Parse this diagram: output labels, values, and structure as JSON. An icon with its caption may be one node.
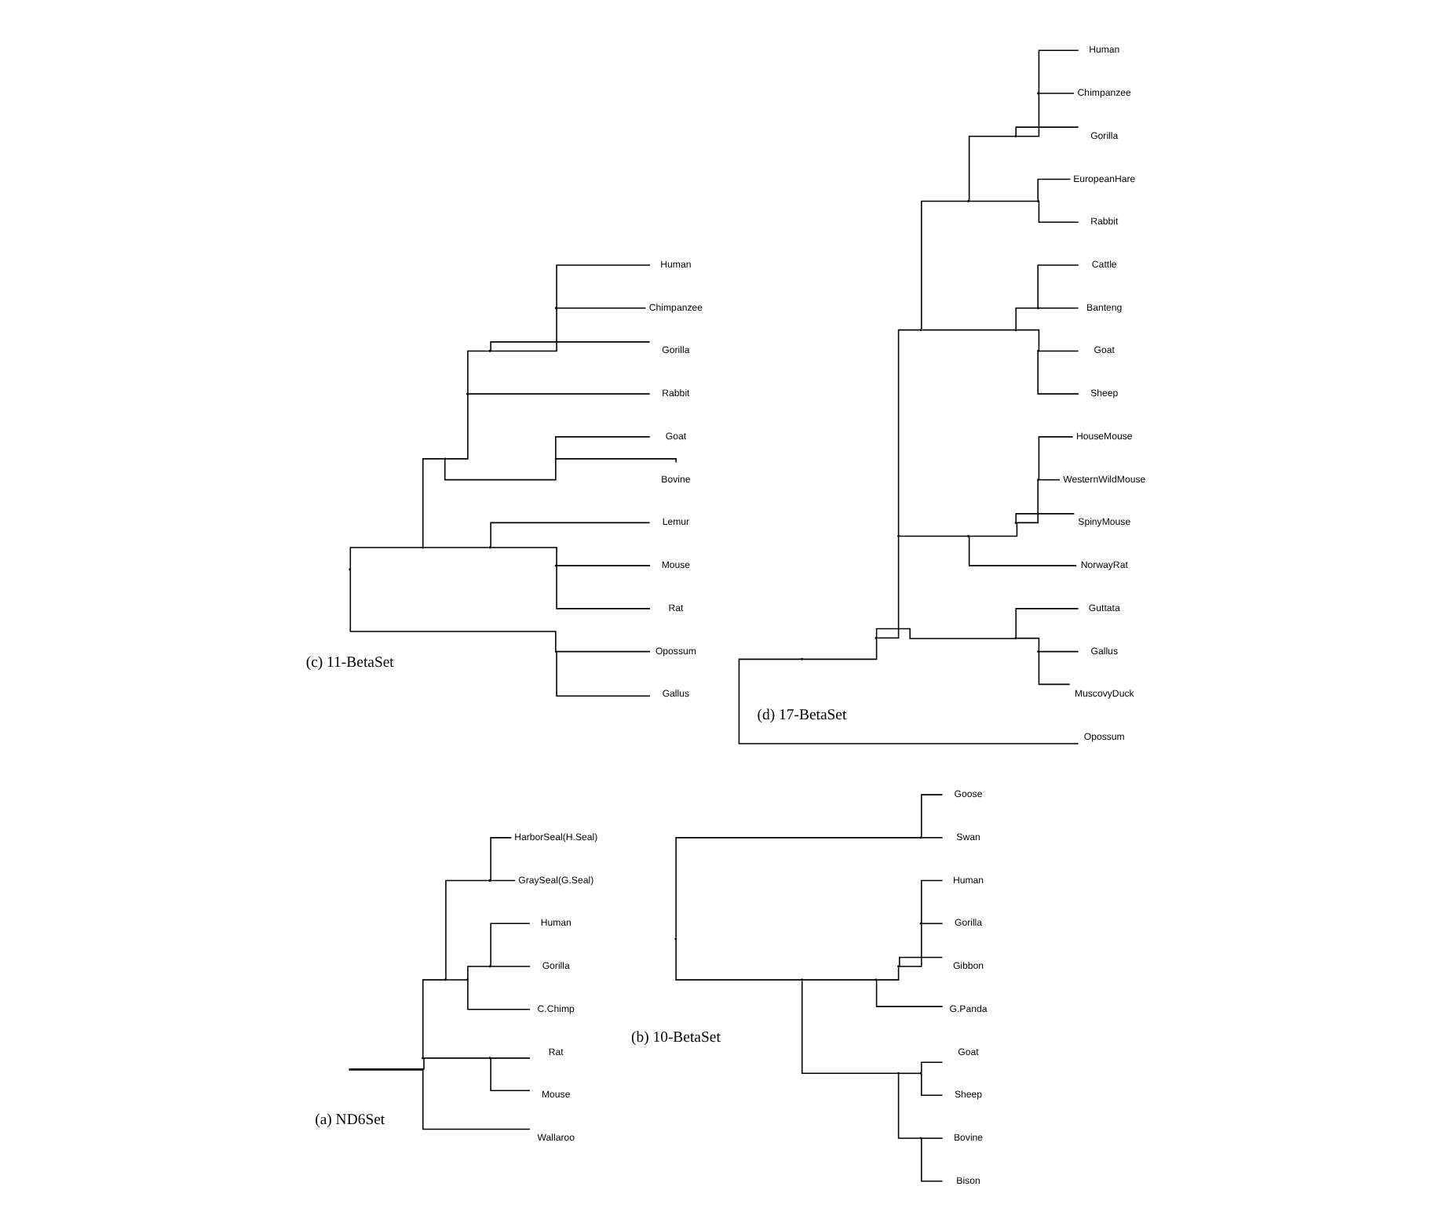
{
  "diagram": {
    "nodes": [
      {
        "text": [],
        "shape": "point"
      },
      {
        "text": [
          "Wallaroo"
        ]
      },
      {
        "text": [],
        "shape": "point"
      },
      {
        "text": [],
        "shape": "point"
      },
      {
        "text": [
          "Mouse"
        ]
      },
      {
        "text": [
          "Rat"
        ]
      },
      {
        "text": [],
        "shape": "point"
      },
      {
        "text": [],
        "shape": "point"
      },
      {
        "text": [
          "C.Chimp"
        ]
      },
      {
        "text": [],
        "shape": "point"
      },
      {
        "text": [
          "Gorilla"
        ]
      },
      {
        "text": [
          "Human"
        ]
      },
      {
        "text": [],
        "shape": "point"
      },
      {
        "text": [
          "GraySeal(G.Seal)"
        ]
      },
      {
        "text": [
          "HarborSeal(H.Seal)"
        ]
      },
      {
        "text": [],
        "shape": "point"
      },
      {
        "text": [],
        "shape": "point"
      },
      {
        "text": [],
        "shape": "point"
      },
      {
        "text": [],
        "shape": "point"
      },
      {
        "text": [
          "Bison"
        ]
      },
      {
        "text": [
          "Bovine"
        ]
      },
      {
        "text": [],
        "shape": "point"
      },
      {
        "text": [
          "Sheep"
        ]
      },
      {
        "text": [
          "Goat"
        ]
      },
      {
        "text": [],
        "shape": "point"
      },
      {
        "text": [
          "G.Panda"
        ]
      },
      {
        "text": [],
        "shape": "point"
      },
      {
        "text": [
          "Gibbon"
        ]
      },
      {
        "text": [],
        "shape": "point"
      },
      {
        "text": [
          "Gorilla"
        ]
      },
      {
        "text": [
          "Human"
        ]
      },
      {
        "text": [],
        "shape": "point"
      },
      {
        "text": [
          "Swan"
        ]
      },
      {
        "text": [
          "Goose"
        ]
      },
      {
        "text": [],
        "shape": "point"
      },
      {
        "text": [],
        "shape": "point"
      },
      {
        "text": [
          "Gallus"
        ]
      },
      {
        "text": [
          "Opossum"
        ]
      },
      {
        "text": [],
        "shape": "point"
      },
      {
        "text": [],
        "shape": "point"
      },
      {
        "text": [],
        "shape": "point"
      },
      {
        "text": [
          "Rat"
        ]
      },
      {
        "text": [
          "Mouse"
        ]
      },
      {
        "text": [
          "Lemur"
        ]
      },
      {
        "text": [],
        "shape": "point"
      },
      {
        "text": [],
        "shape": "point"
      },
      {
        "text": [
          "Bovine"
        ]
      },
      {
        "text": [
          "Goat"
        ]
      },
      {
        "text": [],
        "shape": "point"
      },
      {
        "text": [
          "Rabbit"
        ]
      },
      {
        "text": [],
        "shape": "point"
      },
      {
        "text": [
          "Gorilla"
        ]
      },
      {
        "text": [],
        "shape": "point"
      },
      {
        "text": [
          "Chimpanzee"
        ]
      },
      {
        "text": [
          "Human"
        ]
      },
      {
        "text": [],
        "shape": "point"
      },
      {
        "text": [
          "Opossum"
        ]
      },
      {
        "text": [],
        "shape": "point"
      },
      {
        "text": [],
        "shape": "point"
      },
      {
        "text": [],
        "shape": "point"
      },
      {
        "text": [
          "MuscovyDuck"
        ]
      },
      {
        "text": [
          "Gallus"
        ]
      },
      {
        "text": [
          "Guttata"
        ]
      },
      {
        "text": [],
        "shape": "point"
      },
      {
        "text": [],
        "shape": "point"
      },
      {
        "text": [
          "NorwayRat"
        ]
      },
      {
        "text": [],
        "shape": "point"
      },
      {
        "text": [
          "SpinyMouse"
        ]
      },
      {
        "text": [],
        "shape": "point"
      },
      {
        "text": [
          "WesternWildMouse"
        ]
      },
      {
        "text": [
          "HouseMouse"
        ]
      },
      {
        "text": [],
        "shape": "point"
      },
      {
        "text": [],
        "shape": "point"
      },
      {
        "text": [],
        "shape": "point"
      },
      {
        "text": [
          "Sheep"
        ]
      },
      {
        "text": [
          "Goat"
        ]
      },
      {
        "text": [],
        "shape": "point"
      },
      {
        "text": [
          "Banteng"
        ]
      },
      {
        "text": [
          "Cattle"
        ]
      },
      {
        "text": [],
        "shape": "point"
      },
      {
        "text": [],
        "shape": "point"
      },
      {
        "text": [
          "Rabbit"
        ]
      },
      {
        "text": [
          "EuropeanHare"
        ]
      },
      {
        "text": [],
        "shape": "point"
      },
      {
        "text": [
          "Gorilla"
        ]
      },
      {
        "text": [],
        "shape": "point"
      },
      {
        "text": [
          "Chimpanzee"
        ]
      },
      {
        "text": [
          "Human"
        ]
      }
    ],
    "edges": [
      {
        "from": 0,
        "to": 1,
        "arrow": "none"
      },
      {
        "from": 0,
        "to": 2,
        "arrow": "none"
      },
      {
        "from": 2,
        "to": 3,
        "arrow": "none"
      },
      {
        "from": 3,
        "to": 4,
        "arrow": "none"
      },
      {
        "from": 3,
        "to": 5,
        "arrow": "none"
      },
      {
        "from": 2,
        "to": 6,
        "arrow": "none"
      },
      {
        "from": 6,
        "to": 7,
        "arrow": "none"
      },
      {
        "from": 7,
        "to": 8,
        "arrow": "none"
      },
      {
        "from": 7,
        "to": 9,
        "arrow": "none"
      },
      {
        "from": 9,
        "to": 10,
        "arrow": "none"
      },
      {
        "from": 9,
        "to": 11,
        "arrow": "none"
      },
      {
        "from": 6,
        "to": 12,
        "arrow": "none"
      },
      {
        "from": 12,
        "to": 13,
        "arrow": "none"
      },
      {
        "from": 12,
        "to": 14,
        "arrow": "none"
      },
      {
        "from": 15,
        "to": 16,
        "arrow": "none"
      },
      {
        "from": 16,
        "to": 17,
        "arrow": "none"
      },
      {
        "from": 17,
        "to": 18,
        "arrow": "none"
      },
      {
        "from": 18,
        "to": 19,
        "arrow": "none"
      },
      {
        "from": 18,
        "to": 20,
        "arrow": "none"
      },
      {
        "from": 17,
        "to": 21,
        "arrow": "none"
      },
      {
        "from": 21,
        "to": 22,
        "arrow": "none"
      },
      {
        "from": 21,
        "to": 23,
        "arrow": "none"
      },
      {
        "from": 16,
        "to": 24,
        "arrow": "none"
      },
      {
        "from": 24,
        "to": 25,
        "arrow": "none"
      },
      {
        "from": 24,
        "to": 26,
        "arrow": "none"
      },
      {
        "from": 26,
        "to": 27,
        "arrow": "none"
      },
      {
        "from": 26,
        "to": 28,
        "arrow": "none"
      },
      {
        "from": 28,
        "to": 29,
        "arrow": "none"
      },
      {
        "from": 28,
        "to": 30,
        "arrow": "none"
      },
      {
        "from": 15,
        "to": 31,
        "arrow": "none"
      },
      {
        "from": 31,
        "to": 32,
        "arrow": "none"
      },
      {
        "from": 31,
        "to": 33,
        "arrow": "none"
      },
      {
        "from": 34,
        "to": 35,
        "arrow": "none"
      },
      {
        "from": 35,
        "to": 36,
        "arrow": "none"
      },
      {
        "from": 35,
        "to": 37,
        "arrow": "none"
      },
      {
        "from": 34,
        "to": 38,
        "arrow": "none"
      },
      {
        "from": 38,
        "to": 39,
        "arrow": "none"
      },
      {
        "from": 39,
        "to": 40,
        "arrow": "none"
      },
      {
        "from": 40,
        "to": 41,
        "arrow": "none"
      },
      {
        "from": 40,
        "to": 42,
        "arrow": "none"
      },
      {
        "from": 39,
        "to": 43,
        "arrow": "none"
      },
      {
        "from": 38,
        "to": 44,
        "arrow": "none"
      },
      {
        "from": 44,
        "to": 45,
        "arrow": "none"
      },
      {
        "from": 45,
        "to": 46,
        "arrow": "none"
      },
      {
        "from": 45,
        "to": 47,
        "arrow": "none"
      },
      {
        "from": 44,
        "to": 48,
        "arrow": "none"
      },
      {
        "from": 48,
        "to": 49,
        "arrow": "none"
      },
      {
        "from": 48,
        "to": 50,
        "arrow": "none"
      },
      {
        "from": 50,
        "to": 51,
        "arrow": "none"
      },
      {
        "from": 50,
        "to": 52,
        "arrow": "none"
      },
      {
        "from": 52,
        "to": 53,
        "arrow": "none"
      },
      {
        "from": 52,
        "to": 54,
        "arrow": "none"
      },
      {
        "from": 55,
        "to": 56,
        "arrow": "none"
      },
      {
        "from": 55,
        "to": 57,
        "arrow": "none"
      },
      {
        "from": 57,
        "to": 58,
        "arrow": "none"
      },
      {
        "from": 58,
        "to": 59,
        "arrow": "none"
      },
      {
        "from": 59,
        "to": 60,
        "arrow": "none"
      },
      {
        "from": 59,
        "to": 61,
        "arrow": "none"
      },
      {
        "from": 58,
        "to": 62,
        "arrow": "none"
      },
      {
        "from": 57,
        "to": 63,
        "arrow": "none"
      },
      {
        "from": 63,
        "to": 64,
        "arrow": "none"
      },
      {
        "from": 64,
        "to": 65,
        "arrow": "none"
      },
      {
        "from": 64,
        "to": 66,
        "arrow": "none"
      },
      {
        "from": 66,
        "to": 67,
        "arrow": "none"
      },
      {
        "from": 66,
        "to": 68,
        "arrow": "none"
      },
      {
        "from": 68,
        "to": 69,
        "arrow": "none"
      },
      {
        "from": 68,
        "to": 70,
        "arrow": "none"
      },
      {
        "from": 63,
        "to": 71,
        "arrow": "none"
      },
      {
        "from": 71,
        "to": 72,
        "arrow": "none"
      },
      {
        "from": 72,
        "to": 73,
        "arrow": "none"
      },
      {
        "from": 73,
        "to": 74,
        "arrow": "none"
      },
      {
        "from": 73,
        "to": 75,
        "arrow": "none"
      },
      {
        "from": 72,
        "to": 76,
        "arrow": "none"
      },
      {
        "from": 76,
        "to": 77,
        "arrow": "none"
      },
      {
        "from": 76,
        "to": 78,
        "arrow": "none"
      },
      {
        "from": 71,
        "to": 79,
        "arrow": "none"
      },
      {
        "from": 79,
        "to": 80,
        "arrow": "none"
      },
      {
        "from": 80,
        "to": 81,
        "arrow": "none"
      },
      {
        "from": 80,
        "to": 82,
        "arrow": "none"
      },
      {
        "from": 79,
        "to": 83,
        "arrow": "none"
      },
      {
        "from": 83,
        "to": 84,
        "arrow": "none"
      },
      {
        "from": 83,
        "to": 85,
        "arrow": "none"
      },
      {
        "from": 85,
        "to": 86,
        "arrow": "none"
      },
      {
        "from": 85,
        "to": 87,
        "arrow": "none"
      }
    ],
    "labels": [
      "(a) ND6Set",
      "(b) 10-BetaSet",
      "(c) 11-BetaSet",
      "(d) 17-BetaSet"
    ]
  }
}
